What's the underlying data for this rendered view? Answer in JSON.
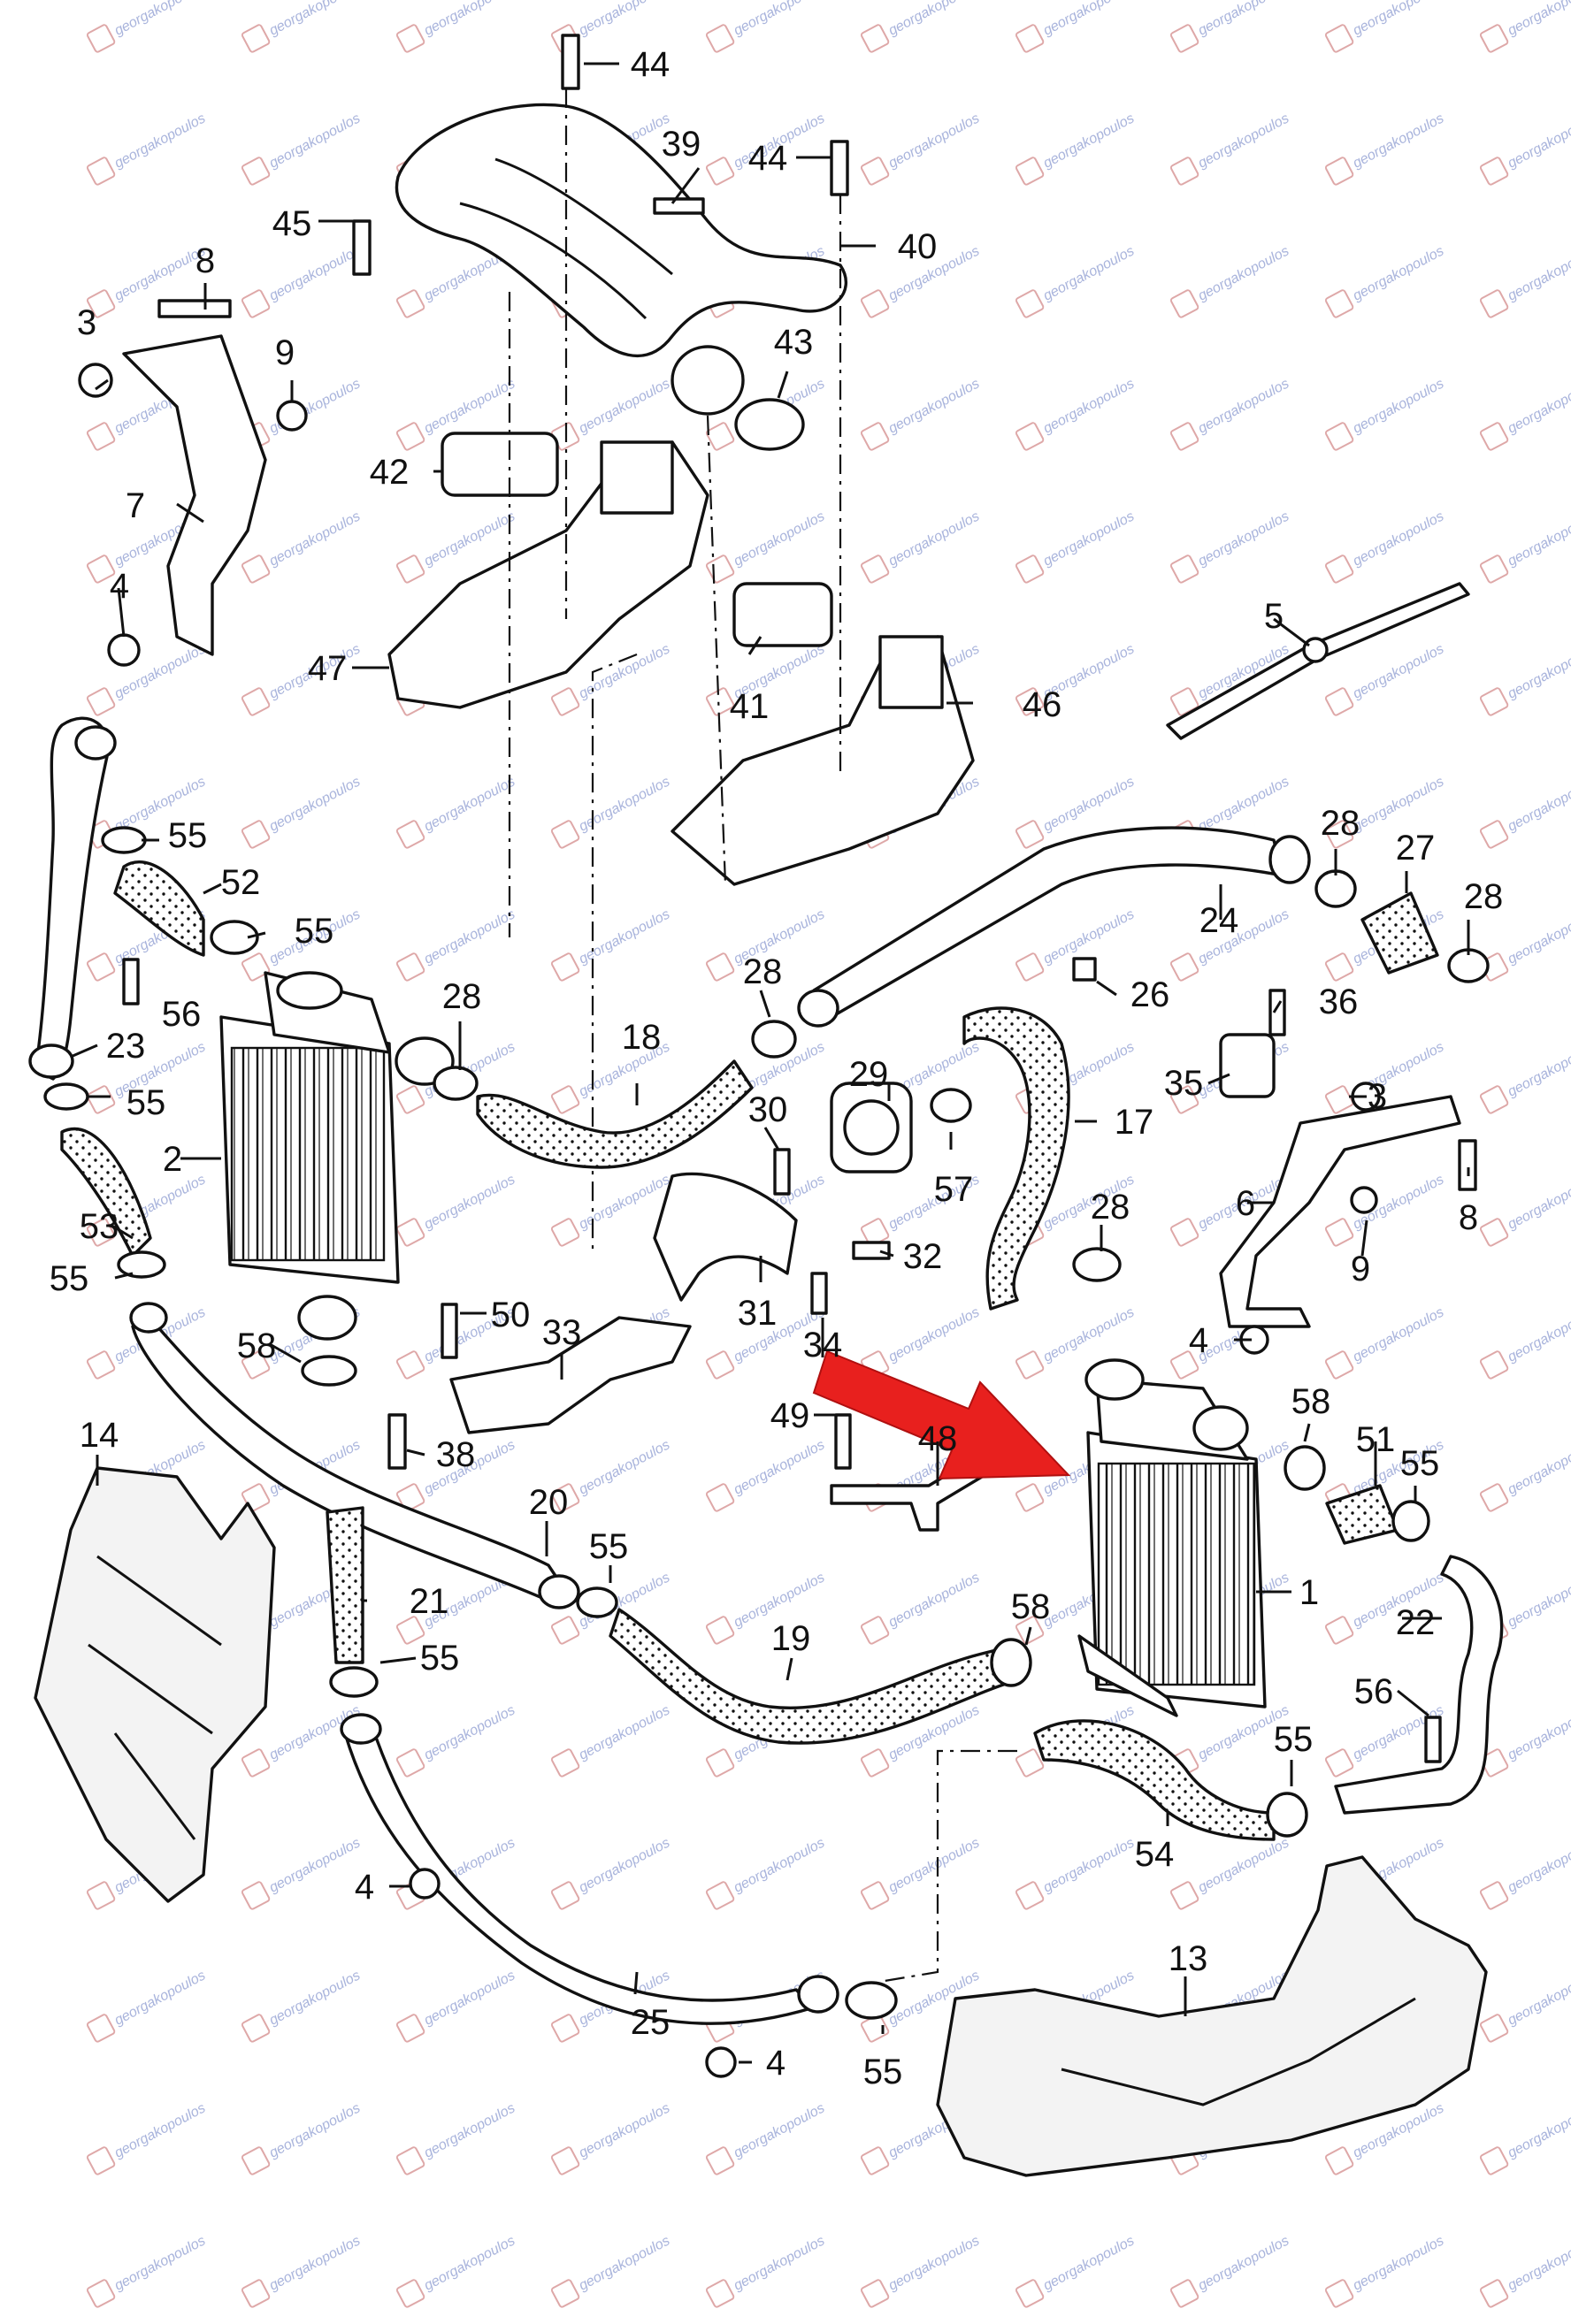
{
  "watermark": {
    "text": "georgakopoulos",
    "color": "#9aa7d6",
    "logo_color": "#d99999"
  },
  "arrow": {
    "color": "#e8201e",
    "points_to": "1"
  },
  "callouts": [
    {
      "id": "c44a",
      "text": "44"
    },
    {
      "id": "c39",
      "text": "39"
    },
    {
      "id": "c44b",
      "text": "44"
    },
    {
      "id": "c45",
      "text": "45"
    },
    {
      "id": "c40",
      "text": "40"
    },
    {
      "id": "c8a",
      "text": "8"
    },
    {
      "id": "c3a",
      "text": "3"
    },
    {
      "id": "c9a",
      "text": "9"
    },
    {
      "id": "c43",
      "text": "43"
    },
    {
      "id": "c42",
      "text": "42"
    },
    {
      "id": "c7",
      "text": "7"
    },
    {
      "id": "c4a",
      "text": "4"
    },
    {
      "id": "c47",
      "text": "47"
    },
    {
      "id": "c41",
      "text": "41"
    },
    {
      "id": "c46",
      "text": "46"
    },
    {
      "id": "c5",
      "text": "5"
    },
    {
      "id": "c55a",
      "text": "55"
    },
    {
      "id": "c52",
      "text": "52"
    },
    {
      "id": "c55b",
      "text": "55"
    },
    {
      "id": "c28a",
      "text": "28"
    },
    {
      "id": "c27",
      "text": "27"
    },
    {
      "id": "c28b",
      "text": "28"
    },
    {
      "id": "c24",
      "text": "24"
    },
    {
      "id": "c56a",
      "text": "56"
    },
    {
      "id": "c23",
      "text": "23"
    },
    {
      "id": "c28c",
      "text": "28"
    },
    {
      "id": "c28d",
      "text": "28"
    },
    {
      "id": "c26",
      "text": "26"
    },
    {
      "id": "c36",
      "text": "36"
    },
    {
      "id": "c18",
      "text": "18"
    },
    {
      "id": "c29",
      "text": "29"
    },
    {
      "id": "c35",
      "text": "35"
    },
    {
      "id": "c3b",
      "text": "3"
    },
    {
      "id": "c55c",
      "text": "55"
    },
    {
      "id": "c2",
      "text": "2"
    },
    {
      "id": "c30",
      "text": "30"
    },
    {
      "id": "c17",
      "text": "17"
    },
    {
      "id": "c6",
      "text": "6"
    },
    {
      "id": "c8b",
      "text": "8"
    },
    {
      "id": "c53",
      "text": "53"
    },
    {
      "id": "c57",
      "text": "57"
    },
    {
      "id": "c28e",
      "text": "28"
    },
    {
      "id": "c55d",
      "text": "55"
    },
    {
      "id": "c32",
      "text": "32"
    },
    {
      "id": "c9b",
      "text": "9"
    },
    {
      "id": "c31",
      "text": "31"
    },
    {
      "id": "c50",
      "text": "50"
    },
    {
      "id": "c4b",
      "text": "4"
    },
    {
      "id": "c58a",
      "text": "58"
    },
    {
      "id": "c33",
      "text": "33"
    },
    {
      "id": "c34",
      "text": "34"
    },
    {
      "id": "c14",
      "text": "14"
    },
    {
      "id": "c38",
      "text": "38"
    },
    {
      "id": "c49",
      "text": "49"
    },
    {
      "id": "c48",
      "text": "48"
    },
    {
      "id": "c58b",
      "text": "58"
    },
    {
      "id": "c51",
      "text": "51"
    },
    {
      "id": "c55e",
      "text": "55"
    },
    {
      "id": "c20",
      "text": "20"
    },
    {
      "id": "c55f",
      "text": "55"
    },
    {
      "id": "c1",
      "text": "1"
    },
    {
      "id": "c21",
      "text": "21"
    },
    {
      "id": "c58c",
      "text": "58"
    },
    {
      "id": "c19",
      "text": "19"
    },
    {
      "id": "c22",
      "text": "22"
    },
    {
      "id": "c55g",
      "text": "55"
    },
    {
      "id": "c56b",
      "text": "56"
    },
    {
      "id": "c55h",
      "text": "55"
    },
    {
      "id": "c4c",
      "text": "4"
    },
    {
      "id": "c54",
      "text": "54"
    },
    {
      "id": "c13",
      "text": "13"
    },
    {
      "id": "c25",
      "text": "25"
    },
    {
      "id": "c4d",
      "text": "4"
    },
    {
      "id": "c55i",
      "text": "55"
    }
  ]
}
